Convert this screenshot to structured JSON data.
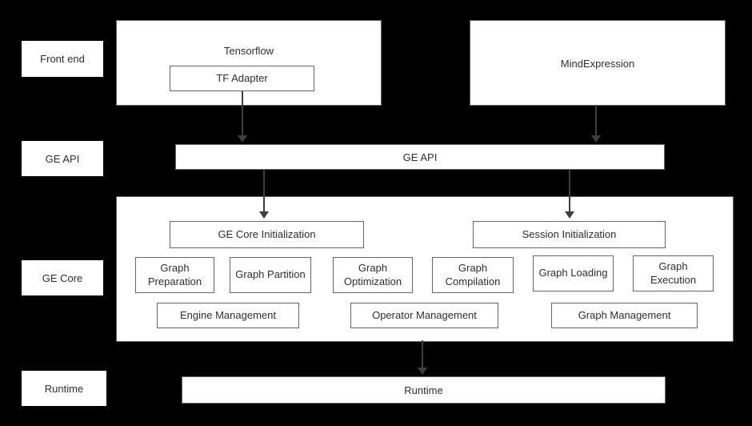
{
  "colors": {
    "background": "#000000",
    "box_fill": "#ffffff",
    "box_border": "#666666",
    "text": "#2e2e2e",
    "arrow": "#3e3e3e"
  },
  "row_labels": [
    {
      "label": "Front end"
    },
    {
      "label": "GE API"
    },
    {
      "label": "GE Core"
    },
    {
      "label": "Runtime"
    }
  ],
  "front_end": {
    "tensorflow_title": "Tensorflow",
    "tf_adapter": "TF Adapter",
    "mindexpression_title": "MindExpression"
  },
  "ge_api_bar": "GE API",
  "ge_core": {
    "init_boxes": [
      {
        "label": "GE Core Initialization"
      },
      {
        "label": "Session Initialization"
      }
    ],
    "stage_boxes": [
      {
        "label": "Graph Preparation"
      },
      {
        "label": "Graph Partition"
      },
      {
        "label": "Graph Optimization"
      },
      {
        "label": "Graph Compilation"
      },
      {
        "label": "Graph Loading"
      },
      {
        "label": "Graph Execution"
      }
    ],
    "management_boxes": [
      {
        "label": "Engine Management"
      },
      {
        "label": "Operator Management"
      },
      {
        "label": "Graph Management"
      }
    ]
  },
  "runtime_bar": "Runtime"
}
